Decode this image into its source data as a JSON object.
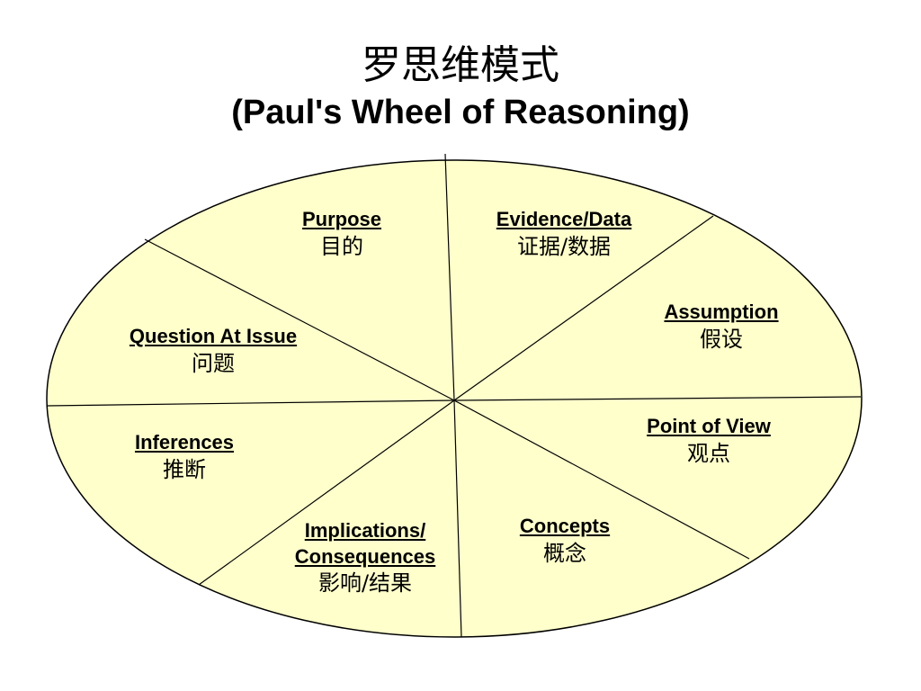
{
  "title": {
    "chinese": "罗思维模式",
    "english": "(Paul's Wheel of Reasoning)"
  },
  "colors": {
    "wheel_fill": "#ffffcc",
    "outline": "#000000"
  },
  "segments": [
    {
      "en": "Purpose",
      "zh": "目的"
    },
    {
      "en": "Evidence/Data",
      "zh": "证据/数据"
    },
    {
      "en": "Assumption",
      "zh": "假设"
    },
    {
      "en": "Point of View",
      "zh": "观点"
    },
    {
      "en": "Concepts",
      "zh": "概念"
    },
    {
      "en": "Implications/ Consequences",
      "zh": "影响/结果"
    },
    {
      "en": "Inferences",
      "zh": "推断"
    },
    {
      "en": "Question At Issue",
      "zh": "问题"
    }
  ]
}
